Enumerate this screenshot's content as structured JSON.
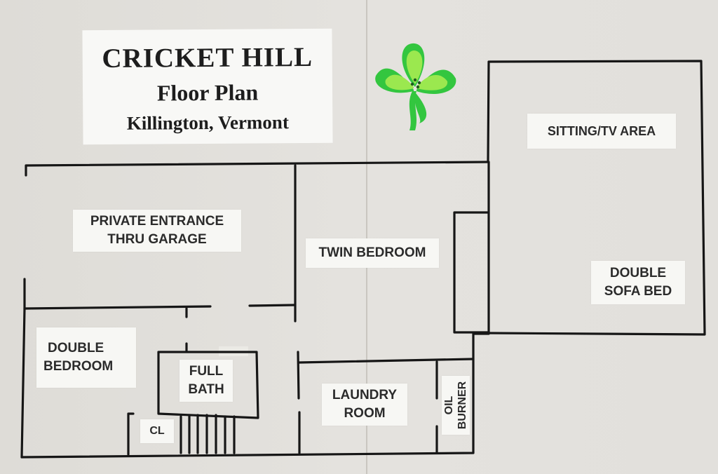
{
  "title_card": {
    "title": "CRICKET  HILL",
    "subtitle": "Floor Plan",
    "location": "Killington, Vermont"
  },
  "rooms": {
    "sitting_tv": "SITTING/TV AREA",
    "private_entrance": [
      "PRIVATE ENTRANCE",
      "THRU GARAGE"
    ],
    "twin_bedroom": "TWIN BEDROOM",
    "double_sofa_bed": [
      "DOUBLE",
      "SOFA BED"
    ],
    "double_bedroom": [
      "DOUBLE",
      "BEDROOM"
    ],
    "full_bath": [
      "FULL",
      "BATH"
    ],
    "laundry_room": [
      "LAUNDRY",
      "ROOM"
    ],
    "oil_burner": [
      "OIL",
      "BURNER"
    ],
    "closet": "CL"
  },
  "colors": {
    "wall": "#161616",
    "paper": "#f7f7f4",
    "shamrock_dark": "#33c63f",
    "shamrock_light": "#9be84f"
  },
  "icons": [
    "shamrock-icon"
  ]
}
